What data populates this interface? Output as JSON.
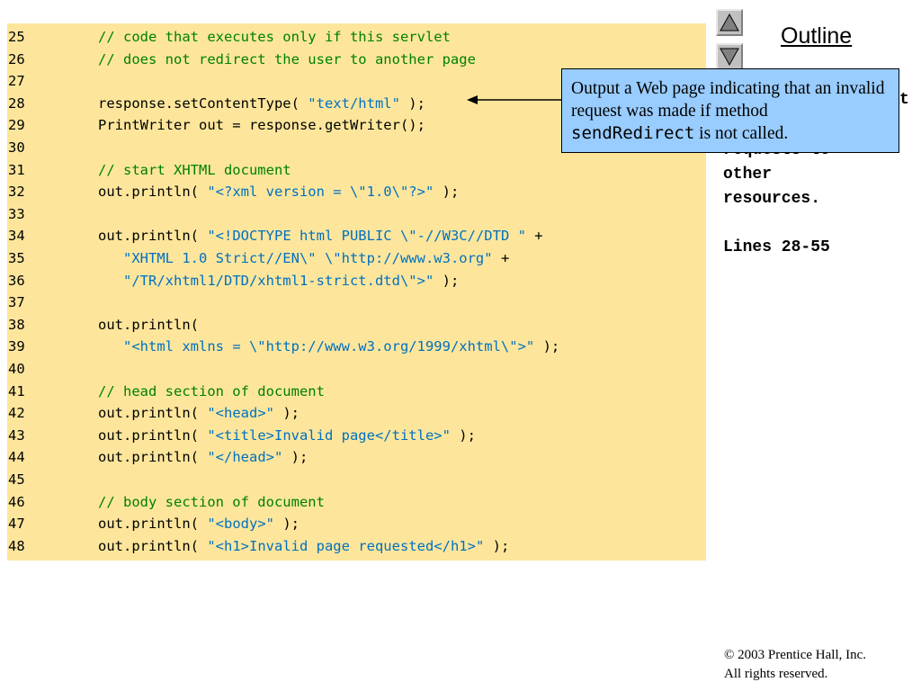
{
  "code_lines": [
    {
      "n": "25",
      "parts": [
        {
          "t": "// code that executes only if this servlet",
          "c": "cm"
        }
      ]
    },
    {
      "n": "26",
      "parts": [
        {
          "t": "// does not redirect the user to another page",
          "c": "cm"
        }
      ]
    },
    {
      "n": "27",
      "parts": []
    },
    {
      "n": "28",
      "parts": [
        {
          "t": "response.setContentType( ",
          "c": "tx"
        },
        {
          "t": "\"text/html\"",
          "c": "st"
        },
        {
          "t": " );",
          "c": "tx"
        }
      ]
    },
    {
      "n": "29",
      "parts": [
        {
          "t": "PrintWriter out = response.getWriter();",
          "c": "tx"
        }
      ]
    },
    {
      "n": "30",
      "parts": []
    },
    {
      "n": "31",
      "parts": [
        {
          "t": "// start XHTML document",
          "c": "cm"
        }
      ]
    },
    {
      "n": "32",
      "parts": [
        {
          "t": "out.println( ",
          "c": "tx"
        },
        {
          "t": "\"<?xml version = \\\"1.0\\\"?>\"",
          "c": "st"
        },
        {
          "t": " );",
          "c": "tx"
        }
      ]
    },
    {
      "n": "33",
      "parts": []
    },
    {
      "n": "34",
      "parts": [
        {
          "t": "out.println( ",
          "c": "tx"
        },
        {
          "t": "\"<!DOCTYPE html PUBLIC \\\"-//W3C//DTD \"",
          "c": "st"
        },
        {
          "t": " +",
          "c": "tx"
        }
      ]
    },
    {
      "n": "35",
      "parts": [
        {
          "t": "   ",
          "c": "tx"
        },
        {
          "t": "\"XHTML 1.0 Strict//EN\\\" \\\"http://www.w3.org\"",
          "c": "st"
        },
        {
          "t": " +",
          "c": "tx"
        }
      ]
    },
    {
      "n": "36",
      "parts": [
        {
          "t": "   ",
          "c": "tx"
        },
        {
          "t": "\"/TR/xhtml1/DTD/xhtml1-strict.dtd\\\">\"",
          "c": "st"
        },
        {
          "t": " );",
          "c": "tx"
        }
      ]
    },
    {
      "n": "37",
      "parts": []
    },
    {
      "n": "38",
      "parts": [
        {
          "t": "out.println(",
          "c": "tx"
        }
      ]
    },
    {
      "n": "39",
      "parts": [
        {
          "t": "   ",
          "c": "tx"
        },
        {
          "t": "\"<html xmlns = \\\"http://www.w3.org/1999/xhtml\\\">\"",
          "c": "st"
        },
        {
          "t": " );",
          "c": "tx"
        }
      ]
    },
    {
      "n": "40",
      "parts": []
    },
    {
      "n": "41",
      "parts": [
        {
          "t": "// head section of document",
          "c": "cm"
        }
      ]
    },
    {
      "n": "42",
      "parts": [
        {
          "t": "out.println( ",
          "c": "tx"
        },
        {
          "t": "\"<head>\"",
          "c": "st"
        },
        {
          "t": " );",
          "c": "tx"
        }
      ]
    },
    {
      "n": "43",
      "parts": [
        {
          "t": "out.println( ",
          "c": "tx"
        },
        {
          "t": "\"<title>Invalid page</title>\"",
          "c": "st"
        },
        {
          "t": " );",
          "c": "tx"
        }
      ]
    },
    {
      "n": "44",
      "parts": [
        {
          "t": "out.println( ",
          "c": "tx"
        },
        {
          "t": "\"</head>\"",
          "c": "st"
        },
        {
          "t": " );",
          "c": "tx"
        }
      ]
    },
    {
      "n": "45",
      "parts": []
    },
    {
      "n": "46",
      "parts": [
        {
          "t": "// body section of document",
          "c": "cm"
        }
      ]
    },
    {
      "n": "47",
      "parts": [
        {
          "t": "out.println( ",
          "c": "tx"
        },
        {
          "t": "\"<body>\"",
          "c": "st"
        },
        {
          "t": " );",
          "c": "tx"
        }
      ]
    },
    {
      "n": "48",
      "parts": [
        {
          "t": "out.println( ",
          "c": "tx"
        },
        {
          "t": "\"<h1>Invalid page requested</h1>\"",
          "c": "st"
        },
        {
          "t": " );",
          "c": "tx"
        }
      ]
    }
  ],
  "outline": {
    "title": "Outline",
    "up_icon": "triangle-up-icon",
    "down_icon": "triangle-down-icon"
  },
  "side_note": {
    "line1": "t",
    "line2": "requests to",
    "line3": "other",
    "line4": "resources.",
    "line5": "",
    "line6": "Lines 28-55"
  },
  "callout": {
    "text_before": "Output a Web page indicating that an invalid request was made if method ",
    "method": "sendRedirect",
    "text_after": " is not called."
  },
  "copyright": {
    "line1": "© 2003 Prentice Hall, Inc.",
    "line2": "All rights reserved."
  },
  "colors": {
    "code_bg": "#fde69c",
    "comment": "#008000",
    "string": "#0070c0",
    "callout_bg": "#99ccff"
  }
}
